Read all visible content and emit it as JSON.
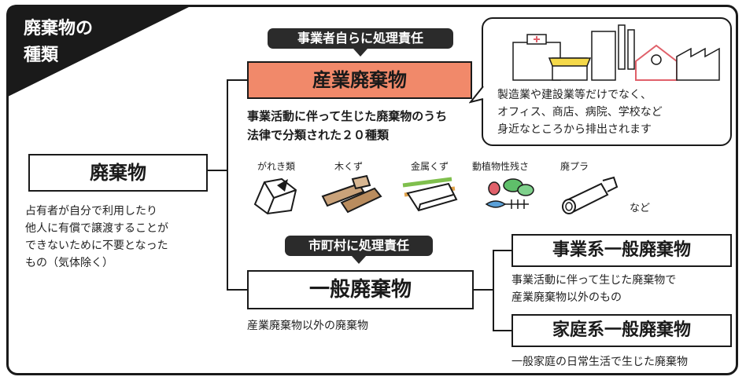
{
  "corner": {
    "title_line1": "廃棄物の",
    "title_line2": "種類"
  },
  "waste": {
    "title": "廃棄物",
    "definition": [
      "占有者が自分で利用したり",
      "他人に有償で譲渡することが",
      "できないために不要となった",
      "もの（気体除く）"
    ]
  },
  "industrial": {
    "responsibility": "事業者自らに処理責任",
    "title": "産業廃棄物",
    "description": [
      "事業活動に伴って生じた廃棄物のうち",
      "法律で分類された２０種類"
    ],
    "categories": [
      {
        "label": "がれき類",
        "icon": "rubble-icon"
      },
      {
        "label": "木くず",
        "icon": "wood-scraps-icon"
      },
      {
        "label": "金属くず",
        "icon": "metal-scraps-icon"
      },
      {
        "label": "動植物性残さ",
        "icon": "plant-animal-residue-icon"
      },
      {
        "label": "廃プラ",
        "icon": "waste-plastic-icon"
      }
    ],
    "etc": "など"
  },
  "bubble": {
    "text": [
      "製造業や建設業等だけでなく、",
      "オフィス、商店、病院、学校など",
      "身近なところから排出されます"
    ],
    "illustration": "town-buildings-icon"
  },
  "general": {
    "responsibility": "市町村に処理責任",
    "title": "一般廃棄物",
    "description": "産業廃棄物以外の廃棄物",
    "business": {
      "title": "事業系一般廃棄物",
      "description": [
        "事業活動に伴って生じた廃棄物で",
        "産業廃棄物以外のもの"
      ]
    },
    "household": {
      "title": "家庭系一般廃棄物",
      "description": "一般家庭の日常生活で生じた廃棄物"
    }
  },
  "colors": {
    "accent": "#f1896a",
    "dark": "#1a1a1a"
  }
}
